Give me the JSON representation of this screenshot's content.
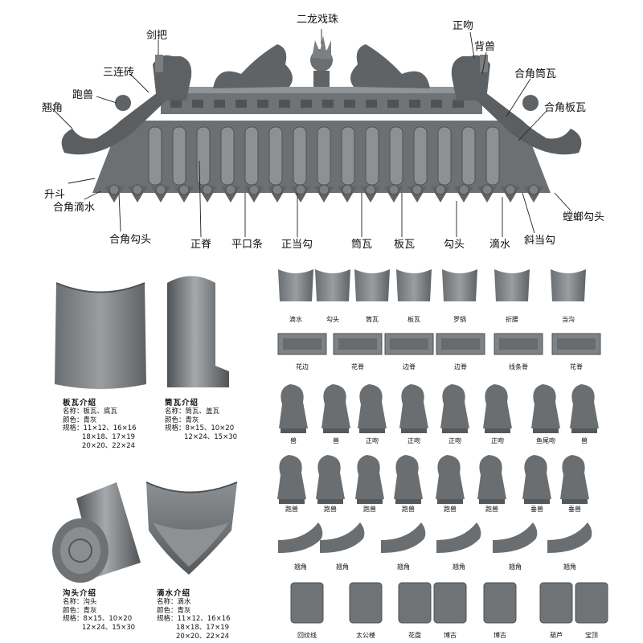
{
  "roof_callouts": {
    "erlong": "二龙戏珠",
    "zhengwen": "正吻",
    "jianba": "剑把",
    "beishou": "背兽",
    "sanlianzhuan": "三连砖",
    "hejiaotongwa": "合角筒瓦",
    "paoshou": "跑兽",
    "hejiaobanwa": "合角板瓦",
    "chijiao": "翘角",
    "shengdou": "升斗",
    "hejiaodishui": "合角滴水",
    "hejiaogoutou": "合角勾头",
    "zhengji": "正脊",
    "pingkoutiao": "平口条",
    "zhengdanggou": "正当勾",
    "tongwa": "筒瓦",
    "banwa": "板瓦",
    "goutou": "勾头",
    "dishui": "滴水",
    "xiedanggou": "斜当勾",
    "tanglanggoutou": "螳螂勾头"
  },
  "intros": {
    "banwa": {
      "title": "板瓦介绍",
      "name": "名称：板瓦、底瓦",
      "color": "颜色：青灰",
      "spec1": "规格：11×12、16×16",
      "spec2": "18×18、17×19",
      "spec3": "20×20、22×24"
    },
    "tongwa": {
      "title": "筒瓦介绍",
      "name": "名称：筒瓦、盖瓦",
      "color": "颜色：青灰",
      "spec1": "规格：8×15、10×20",
      "spec2": "12×24、15×30"
    },
    "goutou": {
      "title": "沟头介绍",
      "name": "名称：沟头",
      "color": "颜色：青灰",
      "spec1": "规格：8×15、10×20",
      "spec2": "12×24、15×30"
    },
    "dishui": {
      "title": "滴水介绍",
      "name": "名称：滴水",
      "color": "颜色：青灰",
      "spec1": "规格：11×12、16×16",
      "spec2": "18×18、17×19",
      "spec3": "20×20、22×24"
    }
  },
  "catalog": {
    "row1": [
      "滴水",
      "勾头",
      "筒瓦",
      "板瓦",
      "罗锅",
      "折腰",
      "当沟"
    ],
    "row2": [
      "花边",
      "花脊",
      "边脊",
      "边脊",
      "线条脊",
      "花脊"
    ],
    "row3": [
      "兽",
      "兽",
      "正吻",
      "正吻",
      "正吻",
      "正吻",
      "鱼尾吻",
      "兽"
    ],
    "row4": [
      "跑兽",
      "跑兽",
      "跑兽",
      "跑兽",
      "跑兽",
      "跑兽",
      "垂兽",
      "垂兽"
    ],
    "row5": [
      "翘角",
      "翘角",
      "翘角",
      "翘角",
      "翘角",
      "翘角"
    ],
    "row6": [
      "回纹线",
      "太公楼",
      "花盘",
      "博古",
      "博古",
      "葫芦",
      "宝顶"
    ]
  },
  "colors": {
    "tile_dark": "#55595c",
    "tile_mid": "#7a7e81",
    "tile_light": "#a4a8ab"
  }
}
